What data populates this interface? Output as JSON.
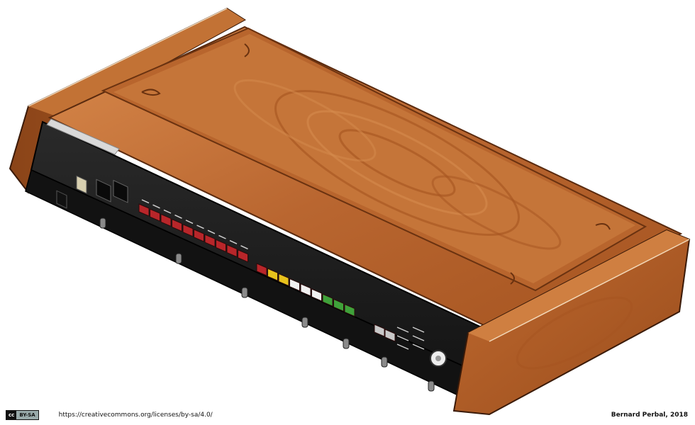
{
  "artwork": {
    "subject": "wood-cased vintage synthesizer / drum machine, isometric pixel art"
  },
  "colors": {
    "wood_light": "#c9773f",
    "wood_mid": "#a85a28",
    "wood_dark": "#6e3614",
    "panel_black": "#1e1e1e",
    "button_red": "#b8262a",
    "button_yellow": "#e7c21c",
    "button_white": "#f0f0f0",
    "button_green": "#3fa13a",
    "button_grey": "#c9c9c9"
  },
  "panel": {
    "left_switches": 2,
    "black_buttons": 2,
    "red_buttons_row1": 10,
    "red_buttons_row2": 1,
    "yellow_buttons": 2,
    "white_buttons": 3,
    "green_buttons": 3,
    "grey_buttons": 2,
    "knobs_front": 7
  },
  "footer": {
    "license_badge_left": "cc",
    "license_badge_right": "BY-SA",
    "license_url": "https://creativecommons.org/licenses/by-sa/4.0/",
    "credit": "Bernard Perbal, 2018"
  }
}
